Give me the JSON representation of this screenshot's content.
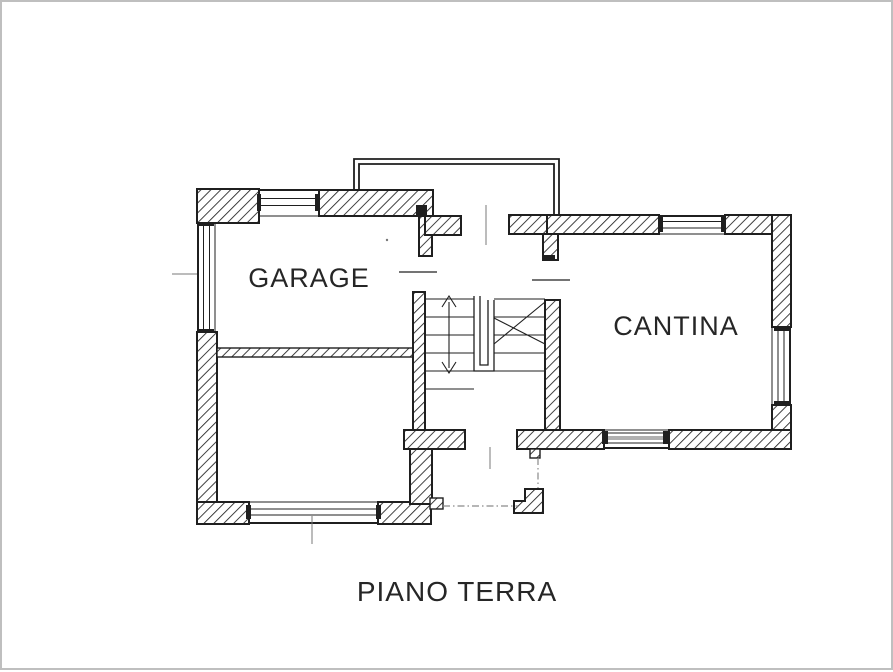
{
  "drawing": {
    "title": "PIANO TERRA",
    "rooms": {
      "garage": {
        "label": "GARAGE"
      },
      "cantina": {
        "label": "CANTINA"
      }
    }
  },
  "colors": {
    "ink": "#1f1f1f",
    "muted": "#7a7a7a",
    "frame": "#bfbfbf",
    "paper": "#ffffff"
  }
}
